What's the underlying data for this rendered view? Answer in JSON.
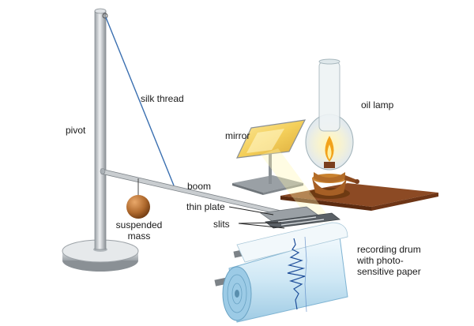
{
  "labels": {
    "silk_thread": "silk thread",
    "pivot": "pivot",
    "mirror": "mirror",
    "oil_lamp": "oil lamp",
    "boom": "boom",
    "suspended_mass": [
      "suspended",
      "mass"
    ],
    "thin_plate": "thin plate",
    "slits": "slits",
    "recording_drum": [
      "recording drum",
      "with photo-",
      "sensitive paper"
    ]
  },
  "colors": {
    "metal": "#c9cdd0",
    "metal_dark": "#8a9095",
    "thread": "#3a6fb0",
    "mass": "#b06a2e",
    "board": "#7a3f1e",
    "flame": "#f2a21a",
    "mirror_glow": "#f4cf5a",
    "drum_paper": "#bfe0f2",
    "trace": "#1f4f9a"
  }
}
